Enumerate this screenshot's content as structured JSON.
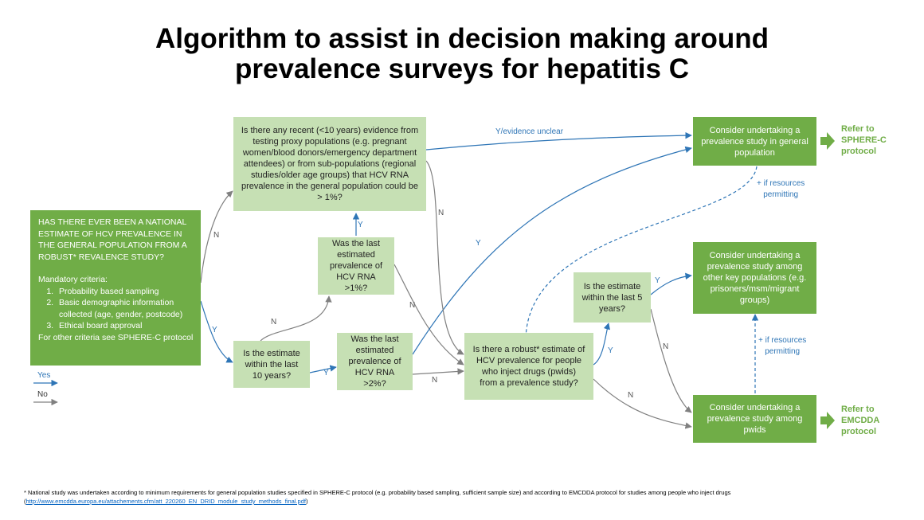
{
  "title": {
    "line1": "Algorithm to assist in decision making around",
    "line2": "prevalence surveys for hepatitis C"
  },
  "start_box": {
    "heading": "HAS THERE EVER BEEN A NATIONAL ESTIMATE OF HCV PREVALENCE IN THE GENERAL POPULATION FROM A ROBUST* REVALENCE STUDY?",
    "criteria_title": "Mandatory criteria:",
    "criteria": [
      "Probability based sampling",
      "Basic demographic information collected (age, gender, postcode)",
      "Ethical board approval"
    ],
    "other_criteria": "For other criteria see SPHERE-C protocol"
  },
  "nodes": {
    "proxy_evidence": "Is there any recent (<10 years) evidence from testing proxy populations (e.g. pregnant women/blood donors/emergency department attendees) or from sub-populations (regional studies/older age groups) that HCV RNA prevalence in the general population could be > 1%?",
    "last_prev_1": "Was the last estimated prevalence of HCV RNA >1%?",
    "within_10": "Is the estimate within the last 10 years?",
    "last_prev_2": "Was the last estimated prevalence of HCV RNA >2%?",
    "pwid_estimate": "Is there a robust* estimate of HCV prevalence for people who inject drugs (pwids) from a prevalence study?",
    "within_5": "Is the estimate within the last 5 years?",
    "general_pop": "Consider undertaking a prevalence study in general population",
    "key_pops": "Consider undertaking a prevalence study among other key populations (e.g. prisoners/msm/migrant groups)",
    "pwids": "Consider undertaking a prevalence study among pwids"
  },
  "refer": {
    "sphere_line1": "Refer to",
    "sphere_line2": "SPHERE-C",
    "sphere_line3": "protocol",
    "emcdda_line1": "Refer to",
    "emcdda_line2": "EMCDDA",
    "emcdda_line3": "protocol"
  },
  "edge_labels": {
    "y_unclear": "Y/evidence unclear",
    "y": "Y",
    "n": "N",
    "resources_line1": "+ if resources",
    "resources_line2": "permitting"
  },
  "legend": {
    "yes": "Yes",
    "no": "No"
  },
  "colors": {
    "dark_green": "#70ad47",
    "light_green": "#c6e0b4",
    "yes_arrow": "#2e75b6",
    "no_arrow": "#808080"
  },
  "footnote": {
    "text": "* National study was undertaken according to minimum requirements for general population studies specified in SPHERE-C protocol (e.g. probability based sampling, sufficient sample size) and according to EMCDDA protocol for studies among people who inject drugs",
    "open": "(",
    "link": "http://www.emcdda.europa.eu/attachements.cfm/att_220260_EN_DRID_module_study_methods_final.pdf",
    "close": ")"
  }
}
